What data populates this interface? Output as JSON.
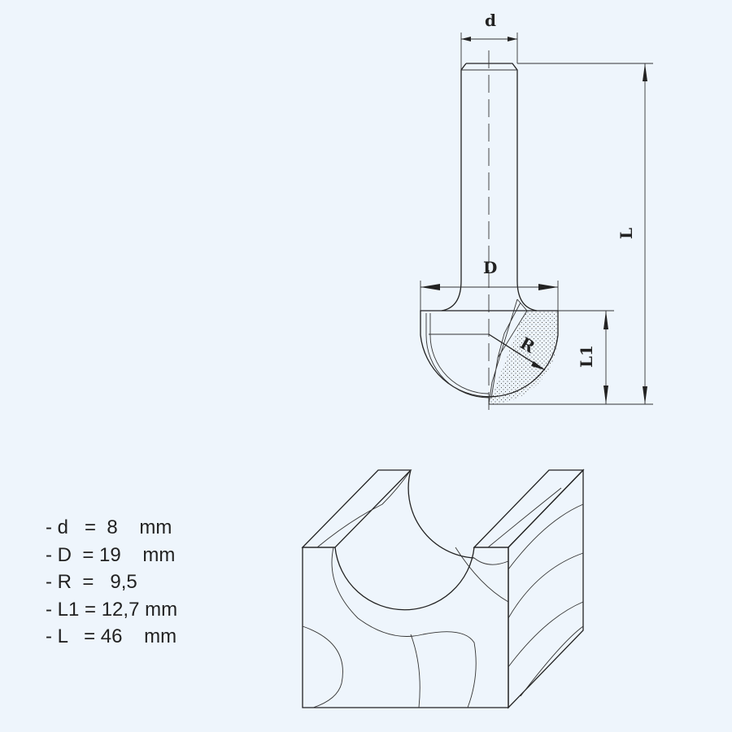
{
  "labels": {
    "d": "d",
    "D": "D",
    "R": "R",
    "L1": "L1",
    "L": "L"
  },
  "specs": [
    {
      "text": "- d   =  8    mm"
    },
    {
      "text": "- D  = 19    mm"
    },
    {
      "text": "- R  =   9,5"
    },
    {
      "text": "- L1 = 12,7 mm"
    },
    {
      "text": "- L   = 46    mm"
    }
  ]
}
